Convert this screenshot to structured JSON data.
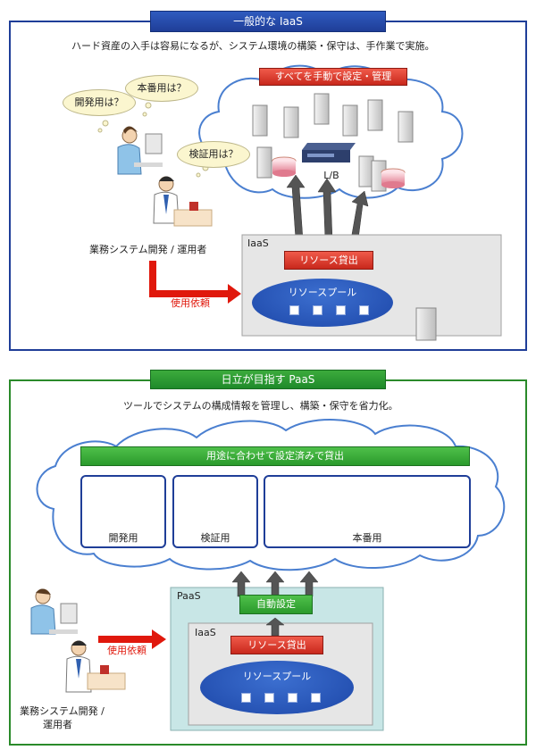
{
  "top": {
    "title": "一般的な IaaS",
    "subtitle": "ハード資産の入手は容易になるが、システム環境の構築・保守は、手作業で実施。",
    "cloud_banner": "すべてを手動で設定・管理",
    "lb_label": "L/B",
    "bubbles": [
      "開発用は？",
      "本番用は？",
      "検証用は？"
    ],
    "user_label": "業務システム開発 / 運用者",
    "request_label": "使用依頼",
    "iaas_label": "IaaS",
    "lend_button": "リソース貸出",
    "pool_label": "リソースプール"
  },
  "bottom": {
    "title": "日立が目指す PaaS",
    "subtitle": "ツールでシステムの構成情報を管理し、構築・保守を省力化。",
    "cloud_banner": "用途に合わせて設定済みで貸出",
    "envs": [
      "開発用",
      "検証用",
      "本番用"
    ],
    "paas_label": "PaaS",
    "auto_button": "自動設定",
    "iaas_label": "IaaS",
    "lend_button": "リソース貸出",
    "pool_label": "リソースプール",
    "request_label": "使用依頼",
    "user_label_line1": "業務システム開発 /",
    "user_label_line2": "運用者"
  },
  "colors": {
    "blue_border": "#1f3e98",
    "green_border": "#2a8a2a",
    "red_arrow": "#e0180c",
    "arrow_gray": "#555555"
  }
}
